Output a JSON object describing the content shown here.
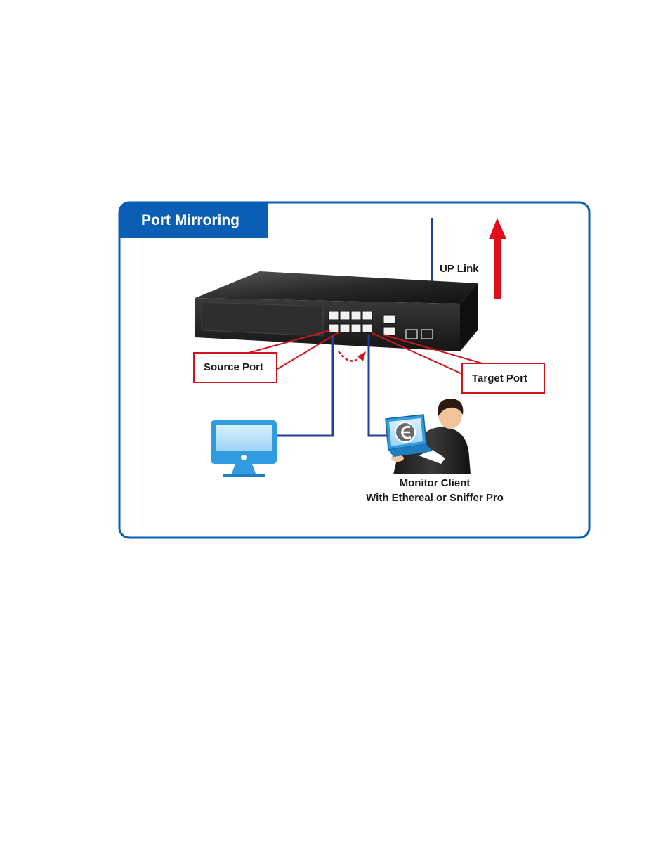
{
  "diagram": {
    "title": "Port Mirroring",
    "uplink_label": "UP Link",
    "source_port_label": "Source Port",
    "target_port_label": "Target Port",
    "monitor_line1": "Monitor Client",
    "monitor_line2": "With Ethereal or Sniffer Pro"
  },
  "colors": {
    "frame_blue": "#0a5fb4",
    "link_line": "#1e3f93",
    "callout_red": "#d0141e",
    "uplink_arrow": "#e00f1e",
    "switch_body": "#2a2a2a",
    "monitor_blue": "#2f9be0"
  }
}
